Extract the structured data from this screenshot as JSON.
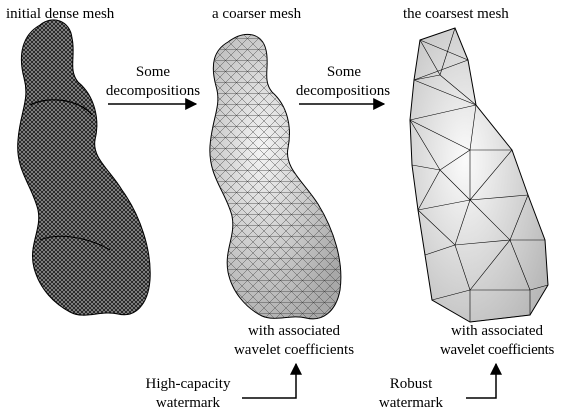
{
  "stages": [
    {
      "title": "initial dense mesh"
    },
    {
      "title": "a coarser mesh"
    },
    {
      "title": "the coarsest mesh"
    }
  ],
  "arrows": [
    {
      "line1": "Some",
      "line2": "decompositions"
    },
    {
      "line1": "Some",
      "line2": "decompositions"
    }
  ],
  "coefficients": [
    {
      "line1": "with associated",
      "line2": "wavelet coefficients"
    },
    {
      "line1": "with associated",
      "line2": "wavelet coefficients"
    }
  ],
  "watermarks": [
    {
      "line1": "High-capacity",
      "line2": "watermark"
    },
    {
      "line1": "Robust",
      "line2": "watermark"
    }
  ],
  "colors": {
    "dense_mesh": "#1a1a1a",
    "coarse_mesh_fill": "#d9d9d9",
    "coarsest_mesh_fill": "#e6e6e6",
    "edges": "#000000"
  }
}
